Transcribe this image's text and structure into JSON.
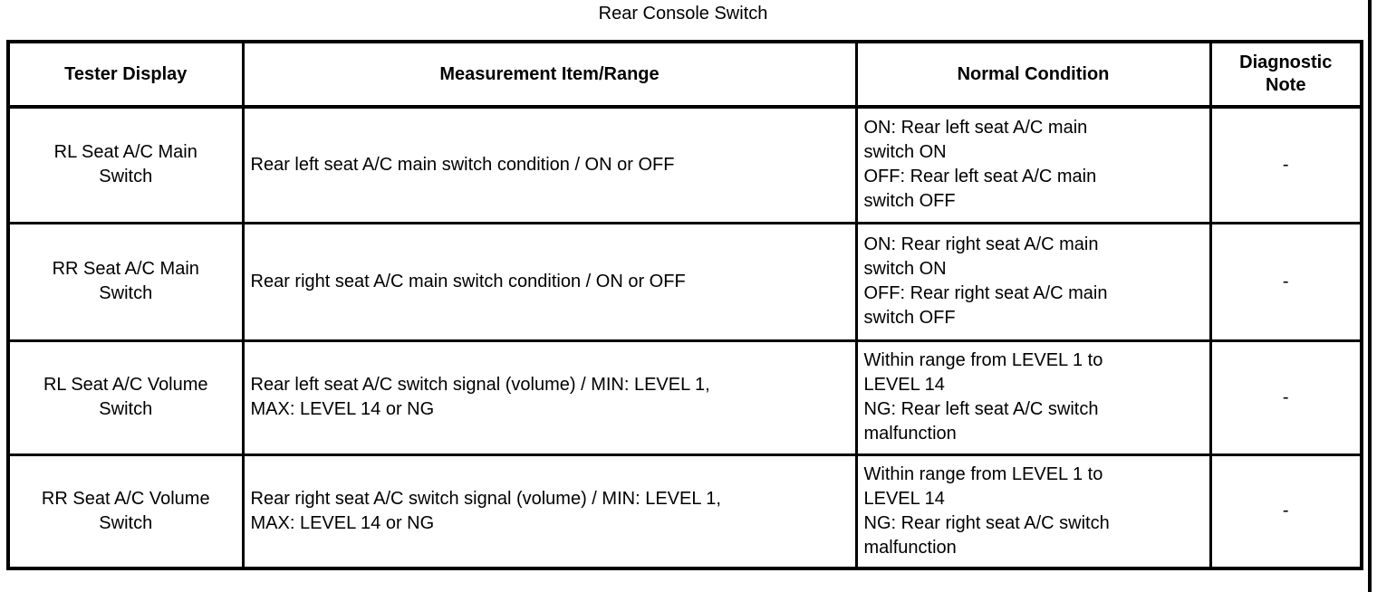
{
  "page": {
    "title": "Rear Console Switch"
  },
  "colors": {
    "text": "#000000",
    "border": "#000000",
    "background": "#ffffff"
  },
  "table": {
    "columns": [
      {
        "label": "Tester Display"
      },
      {
        "label": "Measurement Item/Range"
      },
      {
        "label": "Normal Condition"
      },
      {
        "label": "Diagnostic\nNote"
      }
    ],
    "rows": [
      {
        "tester_display": "RL Seat A/C Main\nSwitch",
        "measurement_item_range": "Rear left seat A/C main switch condition / ON or OFF",
        "normal_condition": "ON: Rear left seat A/C main\nswitch ON\nOFF: Rear left seat A/C main\nswitch OFF",
        "diagnostic_note": "-"
      },
      {
        "tester_display": "RR Seat A/C Main\nSwitch",
        "measurement_item_range": "Rear right seat A/C main switch condition / ON or OFF",
        "normal_condition": "ON: Rear right seat A/C main\nswitch ON\nOFF: Rear right seat A/C main\nswitch OFF",
        "diagnostic_note": "-"
      },
      {
        "tester_display": "RL Seat A/C Volume\nSwitch",
        "measurement_item_range": "Rear left seat A/C switch signal (volume) / MIN: LEVEL 1,\nMAX: LEVEL 14 or NG",
        "normal_condition": "Within range from LEVEL 1 to\nLEVEL 14\nNG: Rear left seat A/C switch\nmalfunction",
        "diagnostic_note": "-"
      },
      {
        "tester_display": "RR Seat A/C Volume\nSwitch",
        "measurement_item_range": "Rear right seat A/C switch signal (volume) / MIN: LEVEL 1,\nMAX: LEVEL 14 or NG",
        "normal_condition": "Within range from LEVEL 1 to\nLEVEL 14\nNG: Rear right seat A/C switch\nmalfunction",
        "diagnostic_note": "-"
      }
    ]
  }
}
